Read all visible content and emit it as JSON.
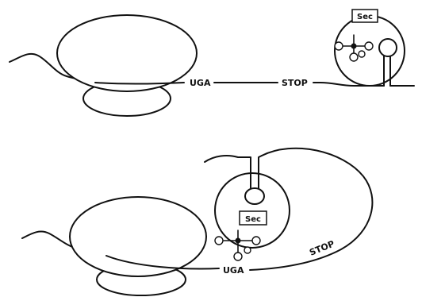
{
  "labels": {
    "top_uga": "UGA",
    "top_stop": "STOP",
    "top_sec": "Sec",
    "bottom_sec": "Sec",
    "bottom_stop": "STOP",
    "bottom_uga": "UGA"
  }
}
